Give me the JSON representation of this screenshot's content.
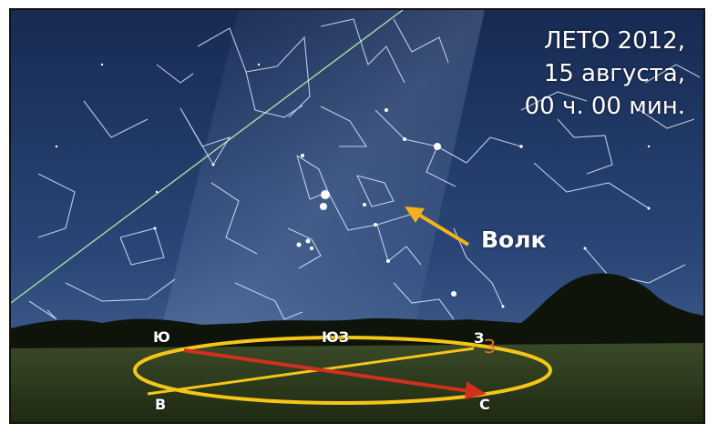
{
  "caption": {
    "line1": "ЛЕТО 2012,",
    "line2": "15 августа,",
    "line3": "00 ч. 00 мин."
  },
  "constellation_label": "Волк",
  "horizon_labels": {
    "south": "Ю",
    "southwest": "ЮЗ",
    "west": "З",
    "west_alt": "З",
    "east": "В",
    "north": "С"
  },
  "colors": {
    "sky_top": "#1a2c55",
    "sky_bottom": "#3a5a8c",
    "ground": "#2c3b1d",
    "constellation_lines": "#d6e6ff",
    "ecliptic_line": "#a8e0a0",
    "arrow": "#f2b21a",
    "horizon_ellipse": "#f5c518",
    "direction_arrow": "#d2301f"
  }
}
